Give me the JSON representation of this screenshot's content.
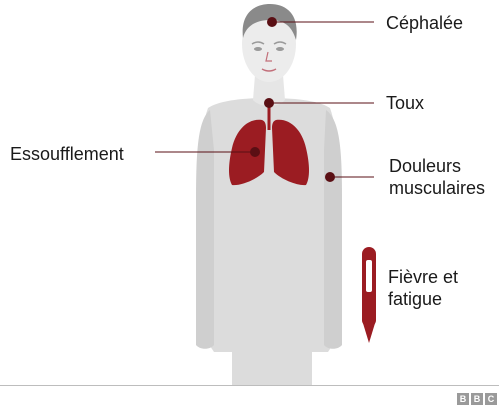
{
  "symptoms": {
    "headache": "Céphalée",
    "cough": "Toux",
    "breathlessness": "Essoufflement",
    "muscle_pain": "Douleurs\nmusculaires",
    "fever": "Fièvre et\nfatigue"
  },
  "logo": {
    "letters": [
      "B",
      "B",
      "C"
    ]
  },
  "colors": {
    "accent": "#9b1c22",
    "dark_accent": "#5a0f14",
    "body": "#d9d9d9",
    "skin": "#eeeeee"
  }
}
